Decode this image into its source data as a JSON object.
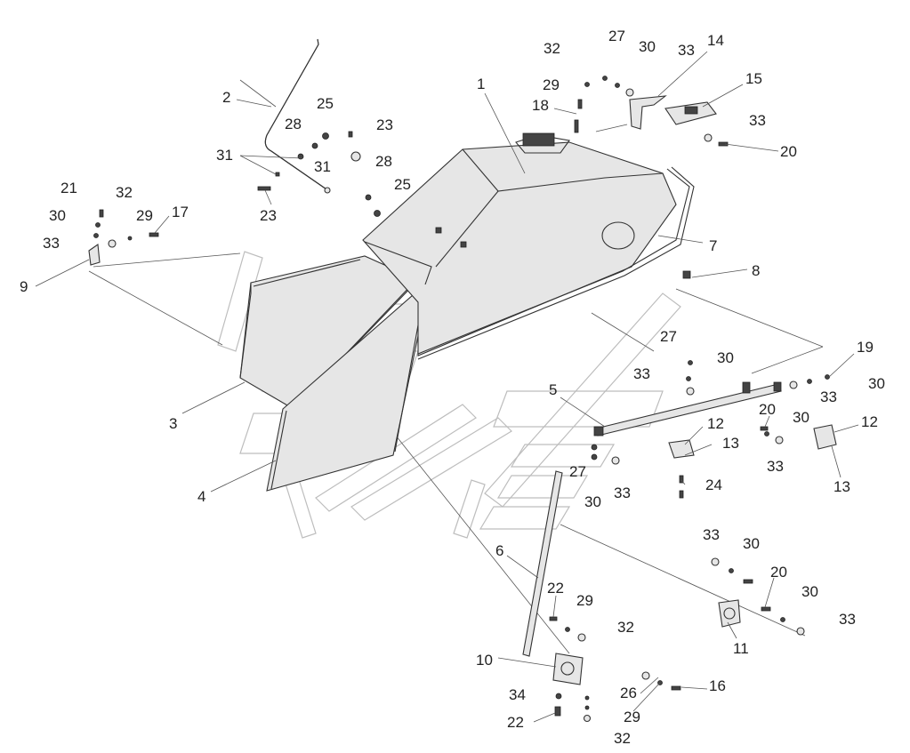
{
  "diagram": {
    "labels": [
      {
        "id": "l1",
        "text": "1"
      },
      {
        "id": "l2",
        "text": "2"
      },
      {
        "id": "l3",
        "text": "3"
      },
      {
        "id": "l4",
        "text": "4"
      },
      {
        "id": "l5",
        "text": "5"
      },
      {
        "id": "l6",
        "text": "6"
      },
      {
        "id": "l7",
        "text": "7"
      },
      {
        "id": "l8",
        "text": "8"
      },
      {
        "id": "l9",
        "text": "9"
      },
      {
        "id": "l10",
        "text": "10"
      },
      {
        "id": "l11",
        "text": "11"
      },
      {
        "id": "l12a",
        "text": "12"
      },
      {
        "id": "l12b",
        "text": "12"
      },
      {
        "id": "l13a",
        "text": "13"
      },
      {
        "id": "l13b",
        "text": "13"
      },
      {
        "id": "l14",
        "text": "14"
      },
      {
        "id": "l15",
        "text": "15"
      },
      {
        "id": "l16",
        "text": "16"
      },
      {
        "id": "l17",
        "text": "17"
      },
      {
        "id": "l18",
        "text": "18"
      },
      {
        "id": "l19",
        "text": "19"
      },
      {
        "id": "l20a",
        "text": "20"
      },
      {
        "id": "l20b",
        "text": "20"
      },
      {
        "id": "l20c",
        "text": "20"
      },
      {
        "id": "l21",
        "text": "21"
      },
      {
        "id": "l22a",
        "text": "22"
      },
      {
        "id": "l22b",
        "text": "22"
      },
      {
        "id": "l23a",
        "text": "23"
      },
      {
        "id": "l23b",
        "text": "23"
      },
      {
        "id": "l24",
        "text": "24"
      },
      {
        "id": "l25a",
        "text": "25"
      },
      {
        "id": "l25b",
        "text": "25"
      },
      {
        "id": "l26",
        "text": "26"
      },
      {
        "id": "l27a",
        "text": "27"
      },
      {
        "id": "l27b",
        "text": "27"
      },
      {
        "id": "l27c",
        "text": "27"
      },
      {
        "id": "l28a",
        "text": "28"
      },
      {
        "id": "l28b",
        "text": "28"
      },
      {
        "id": "l29a",
        "text": "29"
      },
      {
        "id": "l29b",
        "text": "29"
      },
      {
        "id": "l29c",
        "text": "29"
      },
      {
        "id": "l29d",
        "text": "29"
      },
      {
        "id": "l30a",
        "text": "30"
      },
      {
        "id": "l30b",
        "text": "30"
      },
      {
        "id": "l30c",
        "text": "30"
      },
      {
        "id": "l30d",
        "text": "30"
      },
      {
        "id": "l30e",
        "text": "30"
      },
      {
        "id": "l30f",
        "text": "30"
      },
      {
        "id": "l30g",
        "text": "30"
      },
      {
        "id": "l30h",
        "text": "30"
      },
      {
        "id": "l31a",
        "text": "31"
      },
      {
        "id": "l31b",
        "text": "31"
      },
      {
        "id": "l32a",
        "text": "32"
      },
      {
        "id": "l32b",
        "text": "32"
      },
      {
        "id": "l32c",
        "text": "32"
      },
      {
        "id": "l32d",
        "text": "32"
      },
      {
        "id": "l33a",
        "text": "33"
      },
      {
        "id": "l33b",
        "text": "33"
      },
      {
        "id": "l33c",
        "text": "33"
      },
      {
        "id": "l33d",
        "text": "33"
      },
      {
        "id": "l33e",
        "text": "33"
      },
      {
        "id": "l33f",
        "text": "33"
      },
      {
        "id": "l33g",
        "text": "33"
      },
      {
        "id": "l33h",
        "text": "33"
      },
      {
        "id": "l33i",
        "text": "33"
      },
      {
        "id": "l34",
        "text": "34"
      }
    ]
  }
}
